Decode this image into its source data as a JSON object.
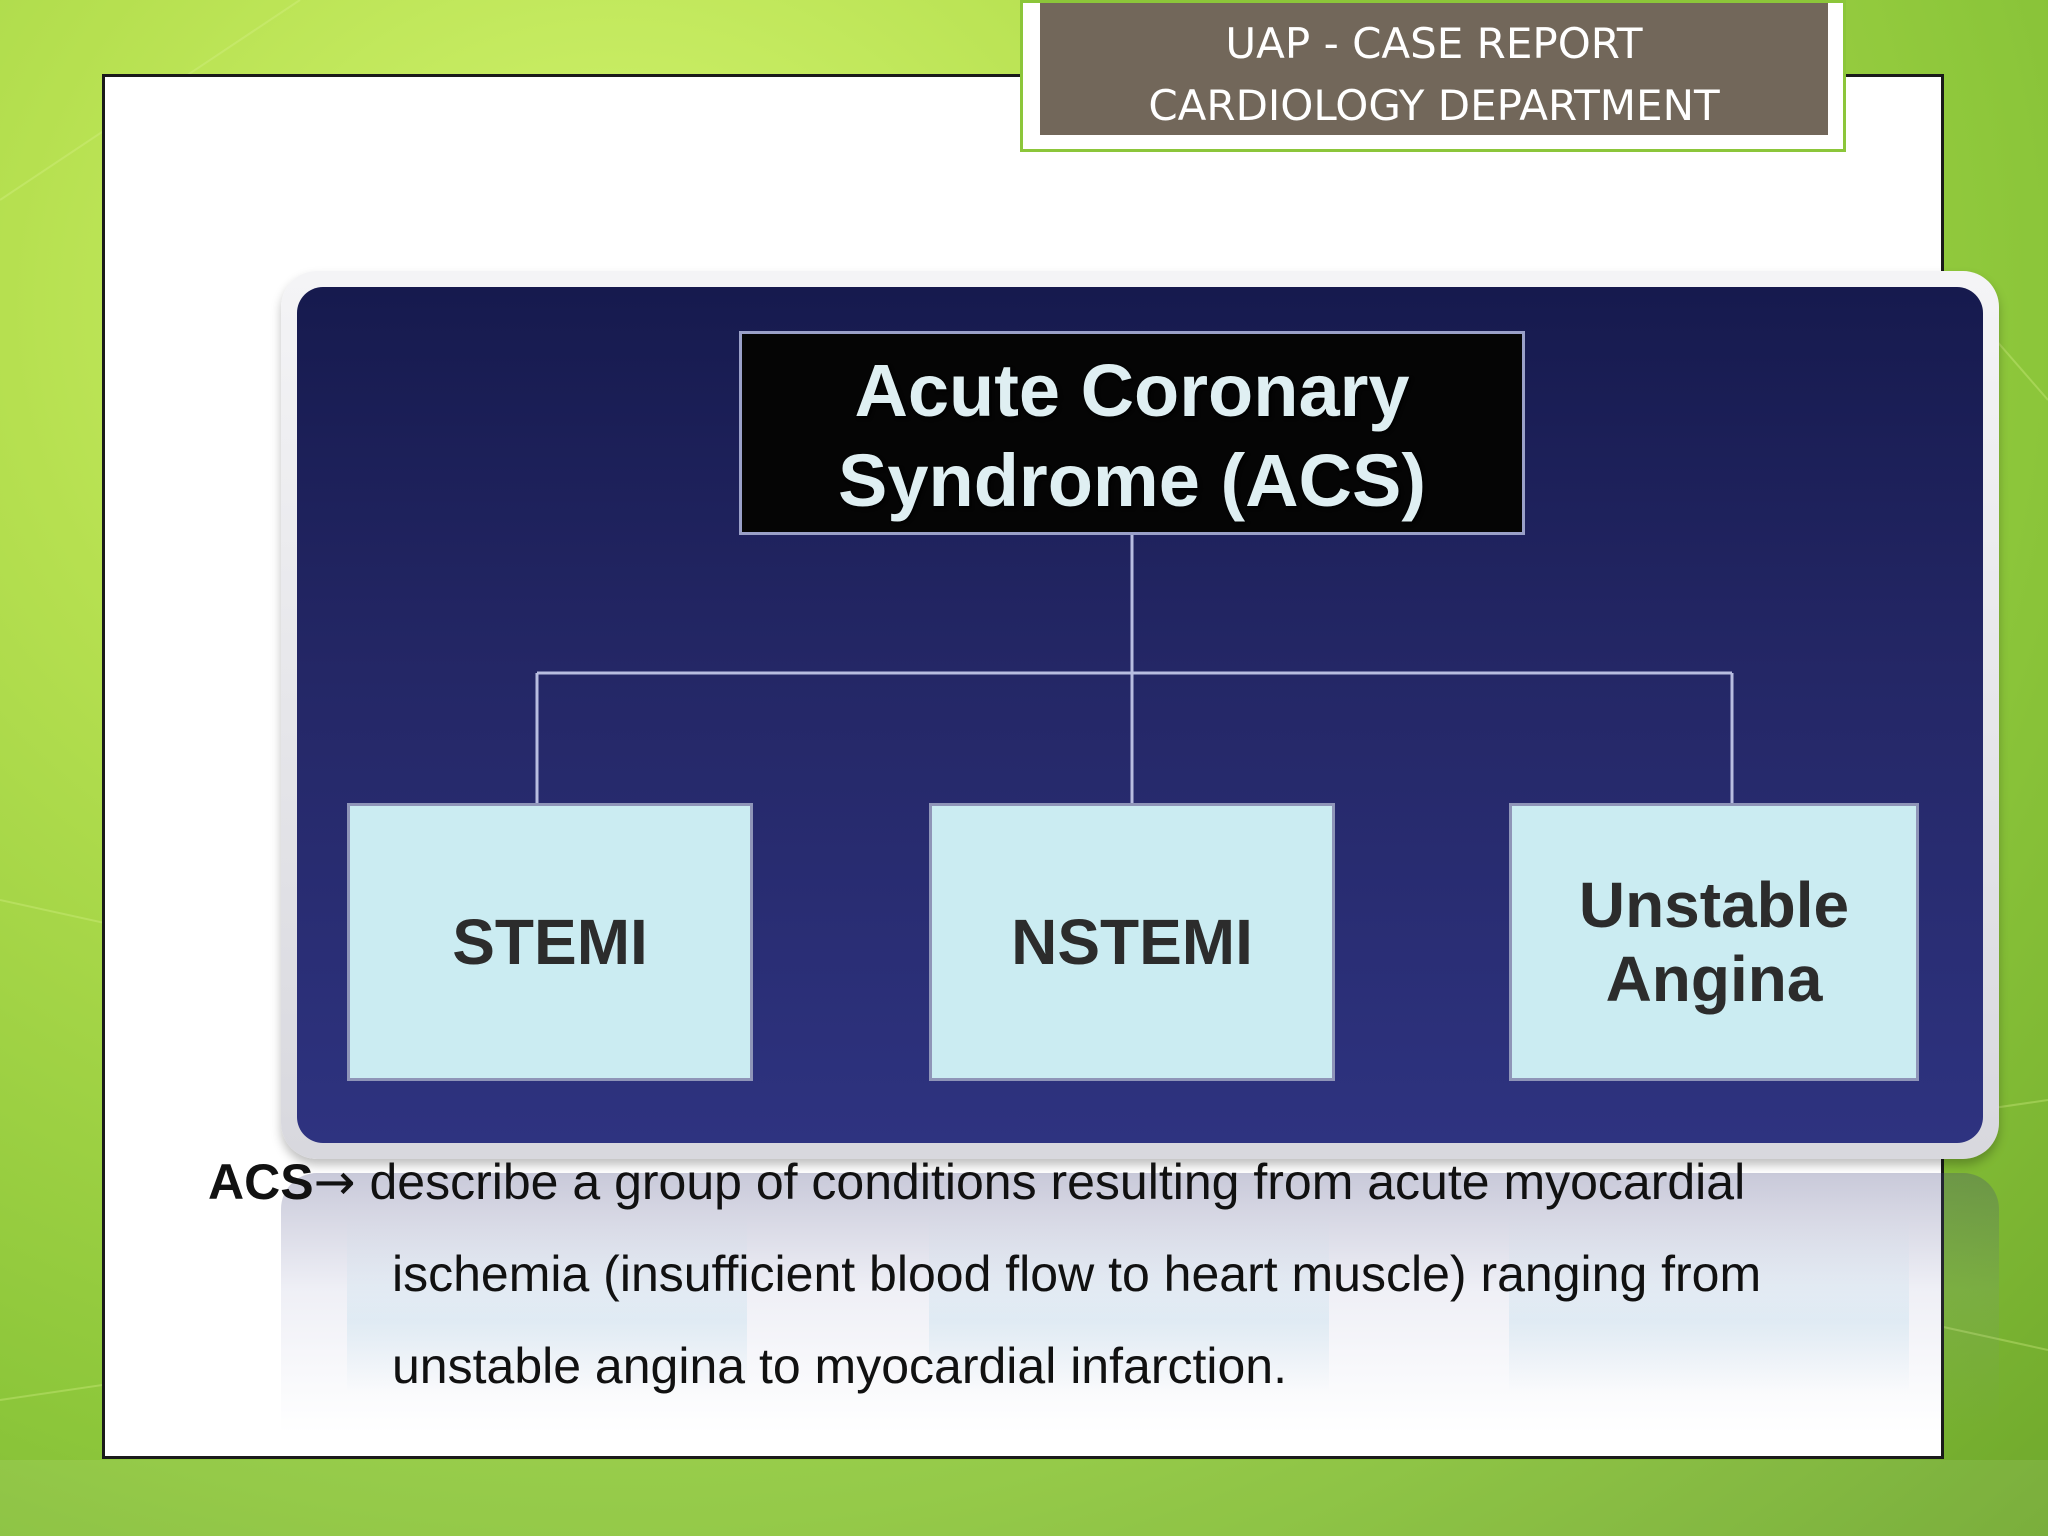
{
  "header": {
    "line1": "UAP - CASE REPORT",
    "line2": "CARDIOLOGY DEPARTMENT"
  },
  "diagram": {
    "root": {
      "line1": "Acute Coronary",
      "line2": "Syndrome (ACS)"
    },
    "children": [
      {
        "line1": "STEMI",
        "line2": ""
      },
      {
        "line1": "NSTEMI",
        "line2": ""
      },
      {
        "line1": "Unstable",
        "line2": "Angina"
      }
    ]
  },
  "description": {
    "term": "ACS",
    "arrow": "→",
    "line1": "describe a group of conditions resulting from acute myocardial",
    "line2": "ischemia (insufficient blood flow to heart muscle) ranging from",
    "line3": "unstable angina  to myocardial infarction."
  },
  "colors": {
    "background": "#8cc63a",
    "header_fill": "#72675a",
    "header_border": "#8cc63a",
    "panel_top": "#161a4e",
    "panel_bottom": "#2e3380",
    "root_fill": "#050505",
    "child_fill": "#cbecf2",
    "connector": "#b8bde0"
  }
}
